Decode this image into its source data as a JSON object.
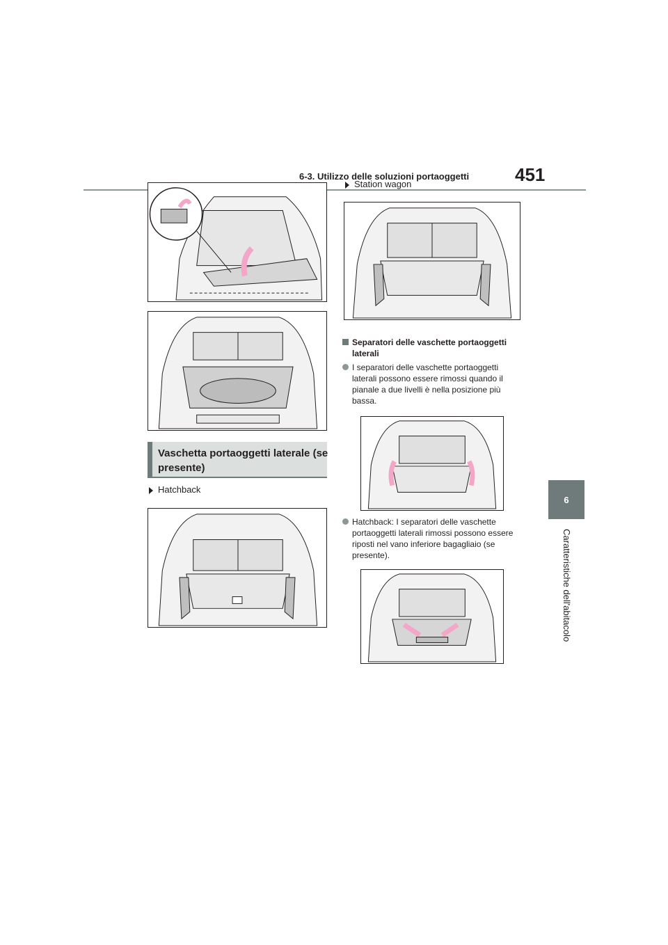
{
  "header": {
    "section_title": "6-3. Utilizzo delle soluzioni portaoggetti",
    "page_number": "451"
  },
  "side_tab": {
    "chapter_number": "6",
    "chapter_title": "Caratteristiche dell'abitacolo"
  },
  "section": {
    "title": "Vaschetta portaoggetti laterale (se presente)"
  },
  "labels": {
    "hatchback": "Hatchback",
    "station_wagon": "Station wagon"
  },
  "separators": {
    "heading": "Separatori delle vaschette portaoggetti laterali",
    "bullet_1": "I separatori delle vaschette portaoggetti laterali possono essere rimossi quando il pianale a due livelli è nella posizione più bassa.",
    "bullet_2": "Hatchback: I separatori delle vaschette portaoggetti laterali rimossi possono essere riposti nel vano inferiore bagagliaio (se presente)."
  },
  "colors": {
    "accent_gray": "#6e7b7a",
    "section_fill": "#dbe0df",
    "arrow_pink": "#f4a6c8"
  },
  "icons": {
    "bullet_square": "square-bullet-icon",
    "bullet_circle": "circle-bullet-icon",
    "label_marker": "triangle-marker-icon"
  }
}
